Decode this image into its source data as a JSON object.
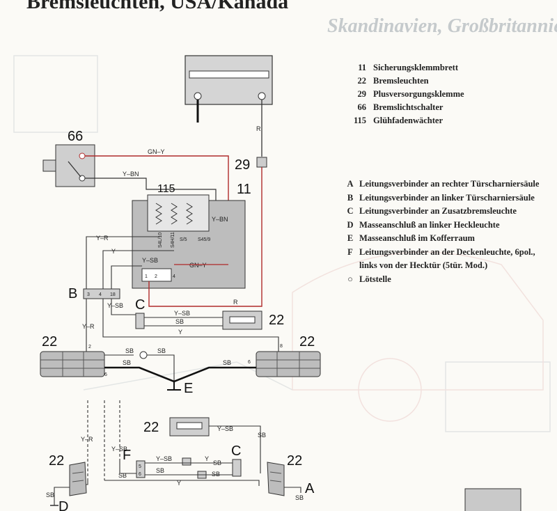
{
  "page": {
    "title": "Bremsleuchten, USA/Kanada",
    "ghost_title": "Skandinavien, Großbritannien, Australien, Japan"
  },
  "components": {
    "c66": "66",
    "c115": "115",
    "c11": "11",
    "c29": "29",
    "c22": "22",
    "B": "B",
    "C": "C",
    "D": "D",
    "E": "E",
    "F": "F",
    "A": "A"
  },
  "wires": {
    "gn_y": "GN–Y",
    "y_bn": "Y–BN",
    "r": "R",
    "y_r": "Y–R",
    "y": "Y",
    "y_sb": "Y–SB",
    "sb": "SB",
    "s4l10": "S4L/10",
    "s4h11": "S4H/11",
    "s5": "S/5",
    "s45_9": "S45/9"
  },
  "pins": {
    "p3": "3",
    "p4": "4",
    "p18": "18",
    "p2": "2",
    "p6": "6",
    "p8": "8",
    "p1": "1",
    "p5": "5"
  },
  "legend_numbers": [
    {
      "key": "11",
      "text": "Sicherungsklemmbrett"
    },
    {
      "key": "22",
      "text": "Bremsleuchten"
    },
    {
      "key": "29",
      "text": "Plusversorgungsklemme"
    },
    {
      "key": "66",
      "text": "Bremslichtschalter"
    },
    {
      "key": "115",
      "text": "Glühfadenwächter"
    }
  ],
  "legend_letters": [
    {
      "key": "A",
      "text": "Leitungsverbinder an rechter Türscharniersäule"
    },
    {
      "key": "B",
      "text": "Leitungsverbinder an linker Türscharniersäule"
    },
    {
      "key": "C",
      "text": "Leitungsverbinder an Zusatzbremsleuchte"
    },
    {
      "key": "D",
      "text": "Masseanschluß an linker Heckleuchte"
    },
    {
      "key": "E",
      "text": "Masseanschluß im Kofferraum"
    },
    {
      "key": "F",
      "text": "Leitungsverbinder an der Deckenleuchte, 6pol., links von der Hecktür (5tür. Mod.)"
    },
    {
      "key": "○",
      "text": "Lötstelle"
    }
  ],
  "colors": {
    "wire": "#333333",
    "red_wire": "#b02a2a",
    "component_fill": "#cfcfcf",
    "box_fill": "#bdbdbd"
  }
}
